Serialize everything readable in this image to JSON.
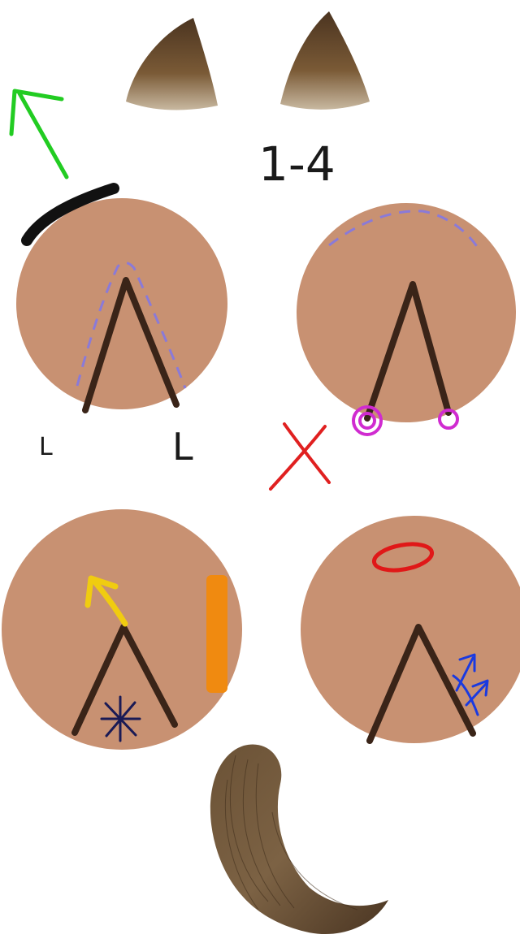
{
  "labels": {
    "step_range": "1-4",
    "left_mark": "L",
    "right_mark": "L"
  },
  "colors": {
    "skin": "#c89172",
    "fur": "#7a5a36",
    "fur_dark": "#4b3420",
    "stroke": "#3a2418",
    "green_arrow": "#22cc22",
    "black_mark": "#111111",
    "purple_dash": "#8a7ad8",
    "magenta_circle": "#d02bd0",
    "red_x": "#e02020",
    "yellow_arrow": "#f0cc10",
    "orange_bar": "#f08a10",
    "navy_star": "#1a1a55",
    "red_oval": "#e01818",
    "blue_arrows": "#1a3ae0"
  },
  "icons": [
    "cat-ear-left",
    "cat-ear-right",
    "arrow-up-left",
    "x-mark",
    "asterisk",
    "tail"
  ]
}
